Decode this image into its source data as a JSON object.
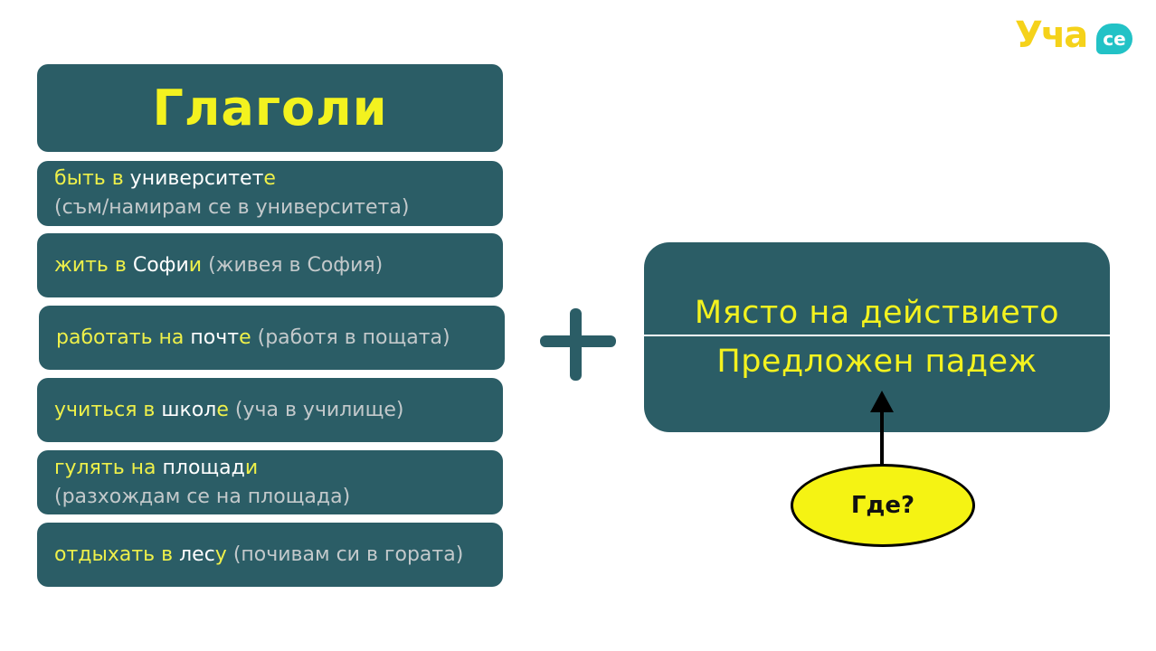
{
  "logo": {
    "main": "Уча",
    "badge": "се"
  },
  "title": "Глаголи",
  "rows": [
    {
      "parts": [
        {
          "text": "быть в ",
          "style": "y"
        },
        {
          "text": "университет",
          "style": "w"
        },
        {
          "text": "е",
          "style": "y"
        }
      ],
      "translation": "(съм/намирам се в университета)"
    },
    {
      "parts": [
        {
          "text": "жить в ",
          "style": "y"
        },
        {
          "text": "Софи",
          "style": "w"
        },
        {
          "text": "и",
          "style": "y"
        },
        {
          "text": " (живея в София)",
          "style": "g"
        }
      ]
    },
    {
      "parts": [
        {
          "text": "работать на ",
          "style": "y"
        },
        {
          "text": "почт",
          "style": "w"
        },
        {
          "text": "е",
          "style": "y"
        },
        {
          "text": " (работя в пощата)",
          "style": "g"
        }
      ]
    },
    {
      "parts": [
        {
          "text": "учиться в ",
          "style": "y"
        },
        {
          "text": "школ",
          "style": "w"
        },
        {
          "text": "е",
          "style": "y"
        },
        {
          "text": " (уча в училище)",
          "style": "g"
        }
      ]
    },
    {
      "parts": [
        {
          "text": "гулять на ",
          "style": "y"
        },
        {
          "text": "площад",
          "style": "w"
        },
        {
          "text": "и",
          "style": "y"
        }
      ],
      "translation": "(разхождам се на площада)"
    },
    {
      "parts": [
        {
          "text": "отдыхать в ",
          "style": "y"
        },
        {
          "text": "лес",
          "style": "w"
        },
        {
          "text": "у",
          "style": "y"
        },
        {
          "text": " (почивам си в гората)",
          "style": "g"
        }
      ]
    }
  ],
  "place_box": {
    "line1": "Място на действието",
    "line2": "Предложен падеж"
  },
  "question": "Где?",
  "colors": {
    "box": "#2b5d66",
    "accent": "#f3f21f",
    "ellipse": "#f5f313"
  }
}
